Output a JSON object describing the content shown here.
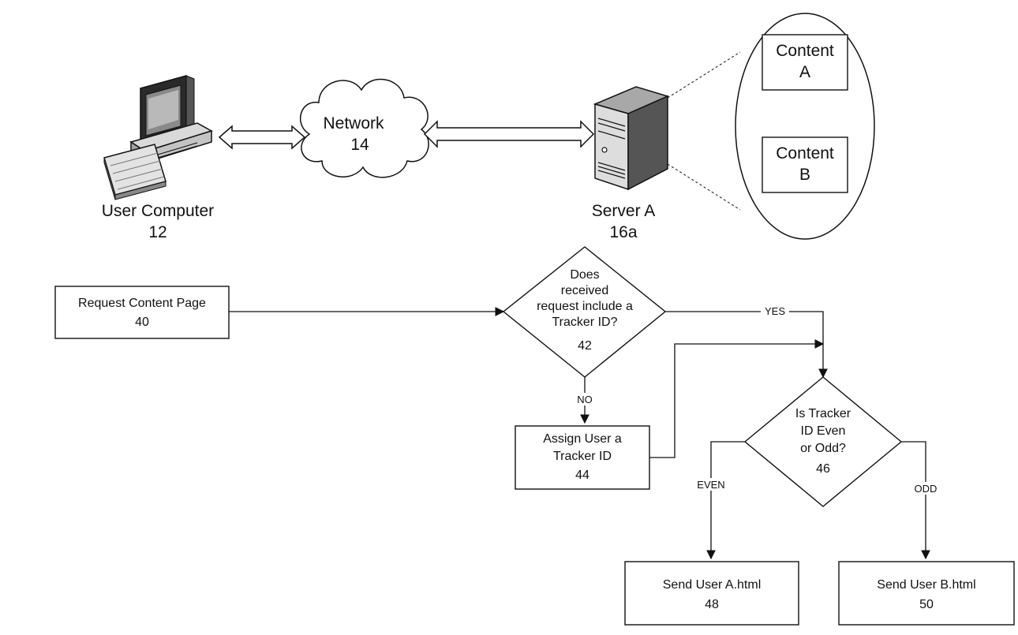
{
  "network": {
    "user_computer": {
      "name": "User Computer",
      "ref": "12"
    },
    "network": {
      "name": "Network",
      "ref": "14"
    },
    "server": {
      "name": "Server A",
      "ref": "16a"
    },
    "content_a": {
      "line1": "Content",
      "line2": "A"
    },
    "content_b": {
      "line1": "Content",
      "line2": "B"
    }
  },
  "flowchart": {
    "request": {
      "label": "Request Content Page",
      "ref": "40"
    },
    "decision_tracker": {
      "line1": "Does",
      "line2": "received",
      "line3": "request include a",
      "line4": "Tracker ID?",
      "ref": "42"
    },
    "assign": {
      "line1": "Assign User a",
      "line2": "Tracker ID",
      "ref": "44"
    },
    "decision_parity": {
      "line1": "Is Tracker",
      "line2": "ID Even",
      "line3": "or Odd?",
      "ref": "46"
    },
    "send_a": {
      "label": "Send User A.html",
      "ref": "48"
    },
    "send_b": {
      "label": "Send User B.html",
      "ref": "50"
    },
    "edge_labels": {
      "yes": "YES",
      "no": "NO",
      "even": "EVEN",
      "odd": "ODD"
    }
  }
}
